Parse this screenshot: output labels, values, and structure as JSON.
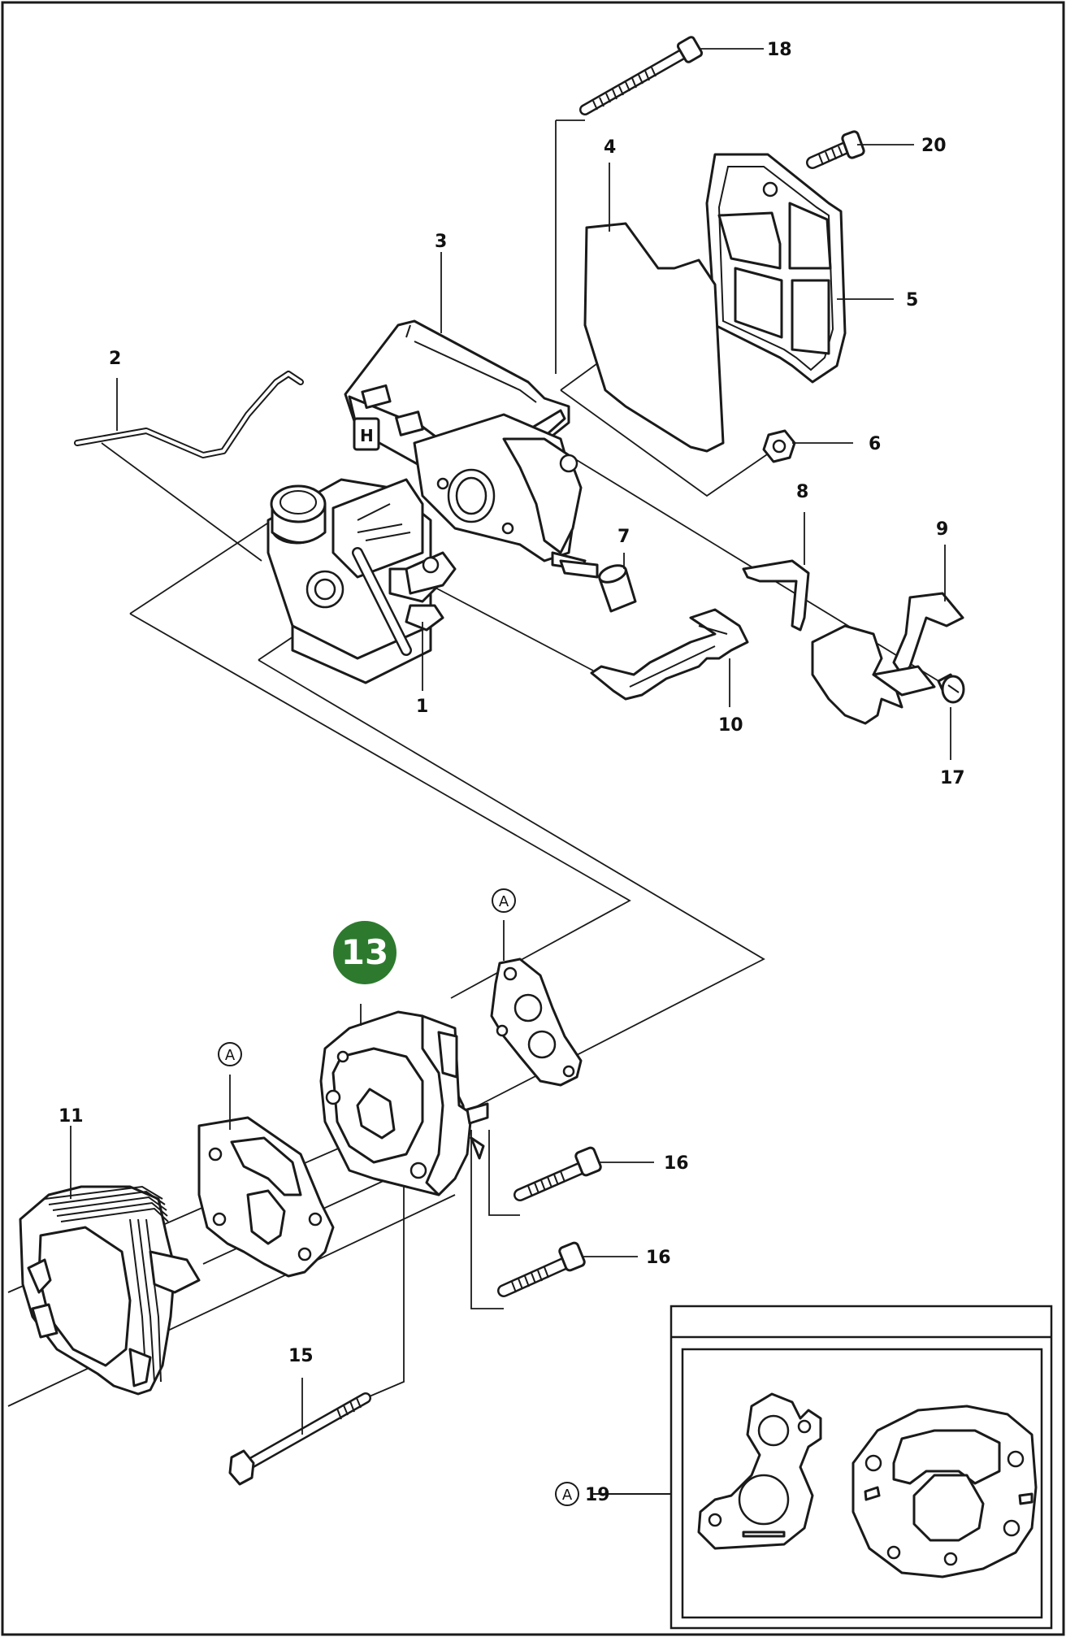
{
  "diagram": {
    "highlight_color": "#2d7a2e",
    "highlight_text_color": "#ffffff",
    "highlighted_part": "13",
    "ref_marker": "A",
    "callouts": {
      "p1": "1",
      "p2": "2",
      "p3": "3",
      "p4": "4",
      "p5": "5",
      "p6": "6",
      "p7": "7",
      "p8": "8",
      "p9": "9",
      "p10": "10",
      "p11": "11",
      "p15": "15",
      "p16a": "16",
      "p16b": "16",
      "p17": "17",
      "p18": "18",
      "p19": "19",
      "p20": "20"
    }
  }
}
